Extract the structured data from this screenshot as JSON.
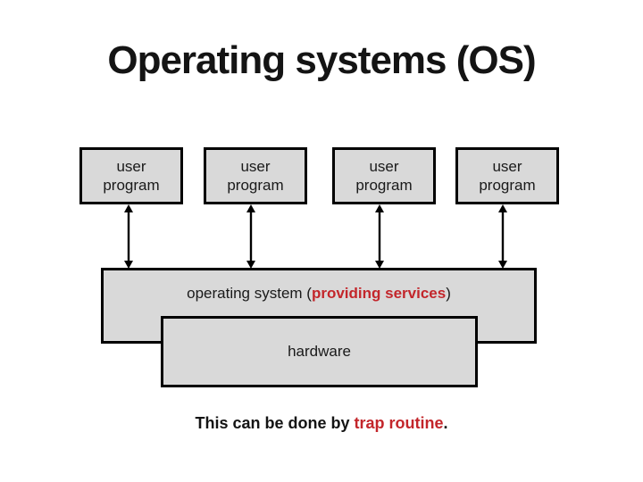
{
  "slide": {
    "title": "Operating systems (OS)",
    "user_program_boxes": [
      {
        "label": "user\nprogram"
      },
      {
        "label": "user\nprogram"
      },
      {
        "label": "user\nprogram"
      },
      {
        "label": "user\nprogram"
      }
    ],
    "os_box": {
      "text_prefix": "operating system (",
      "text_highlight": "providing services",
      "text_suffix": ")"
    },
    "hardware_box": {
      "label": "hardware"
    },
    "caption": {
      "text_prefix": "This can be done by ",
      "text_highlight": "trap routine",
      "text_suffix": "."
    },
    "icons": {
      "connector": "double-headed-vertical-arrow"
    },
    "colors": {
      "background": "#ffffff",
      "box_fill": "#d9d9d9",
      "box_border": "#000000",
      "text": "#1a1a1a",
      "accent_red": "#c3262b"
    }
  }
}
